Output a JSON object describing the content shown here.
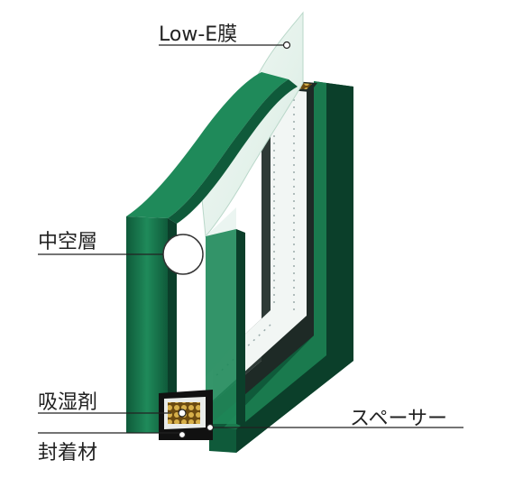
{
  "labels": {
    "low_e": "Low-E膜",
    "air_layer": "中空層",
    "desiccant": "吸湿剤",
    "sealant": "封着材",
    "spacer": "スペーサー"
  },
  "colors": {
    "glass_green": "#1f8a5a",
    "glass_dark": "#0f5a3a",
    "glass_light": "#55b98a",
    "glass_front_dark": "#0b3f2a",
    "spacer_dark": "#1e2a26",
    "sealant_black": "#111111",
    "desiccant_gold": "#c9a23a",
    "low_e_tint": "#dcefe6",
    "leader_line": "#222222"
  }
}
